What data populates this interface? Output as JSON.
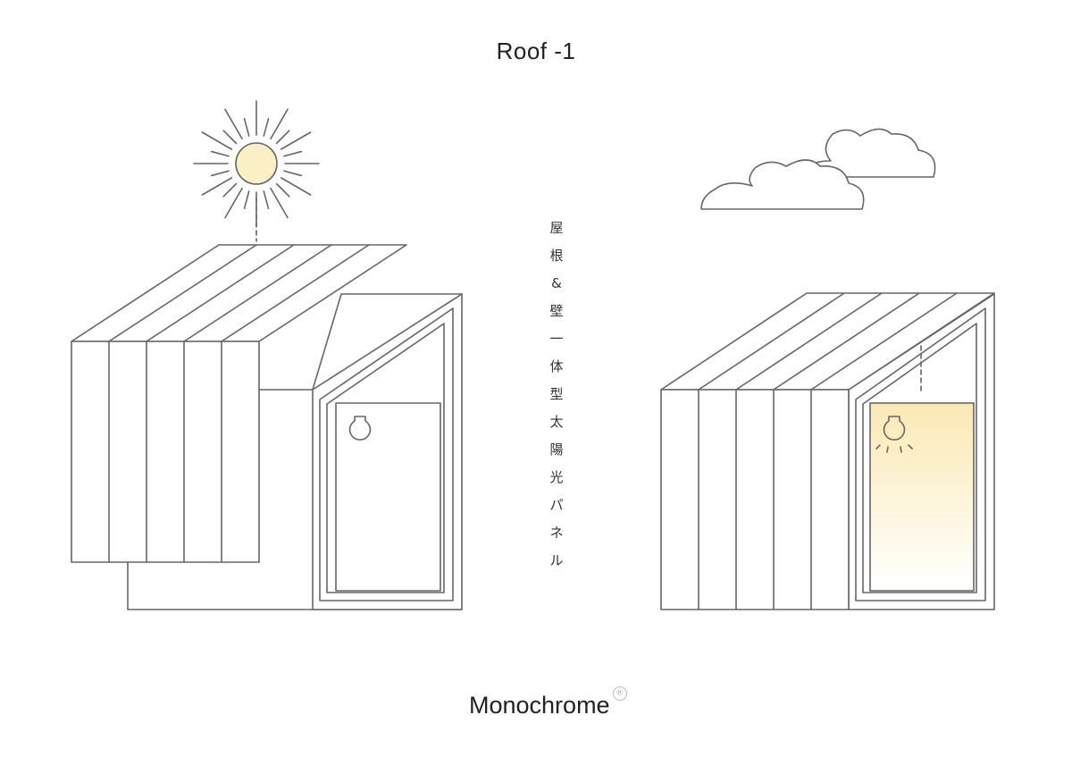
{
  "title": "Roof -1",
  "vertical_text": [
    "屋",
    "根",
    "&",
    "壁",
    "一",
    "体",
    "型",
    "太",
    "陽",
    "光",
    "パ",
    "ネ",
    "ル"
  ],
  "brand": "Monochrome",
  "brand_mark": "®",
  "colors": {
    "line": "#666666",
    "sun_fill": "#fbefc6",
    "window_glow": "#fbeec2",
    "text": "#222222"
  }
}
